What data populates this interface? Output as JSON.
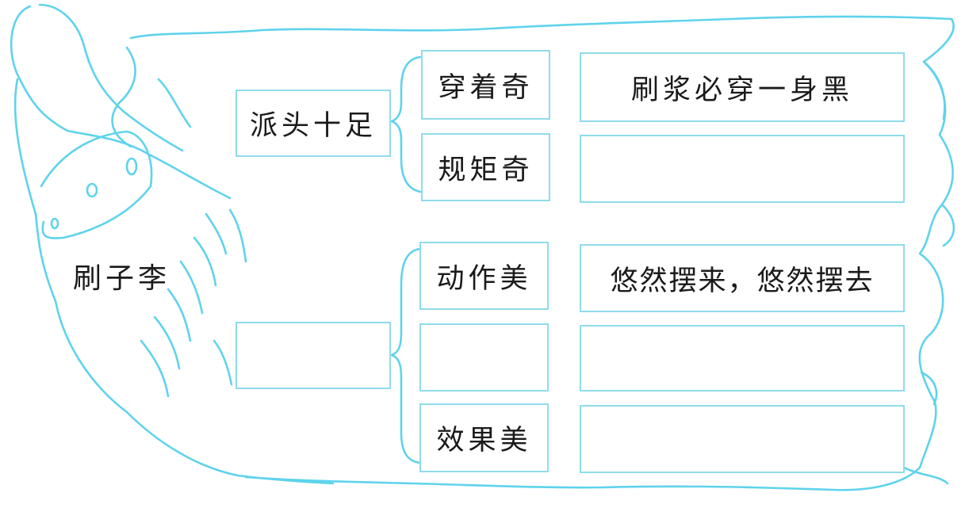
{
  "center_label": "刷子李",
  "categories": [
    {
      "label": "派头十足",
      "items": [
        {
          "label": "穿着奇",
          "detail": "刷浆必穿一身黑"
        },
        {
          "label": "规矩奇",
          "detail": ""
        }
      ]
    },
    {
      "label": "",
      "items": [
        {
          "label": "动作美",
          "detail": "悠然摆来，悠然摆去"
        },
        {
          "label": "",
          "detail": ""
        },
        {
          "label": "效果美",
          "detail": ""
        }
      ]
    }
  ],
  "colors": {
    "outline": "#5fd3ec",
    "box_border": "#8fdcea",
    "text": "#1a1a1a"
  }
}
